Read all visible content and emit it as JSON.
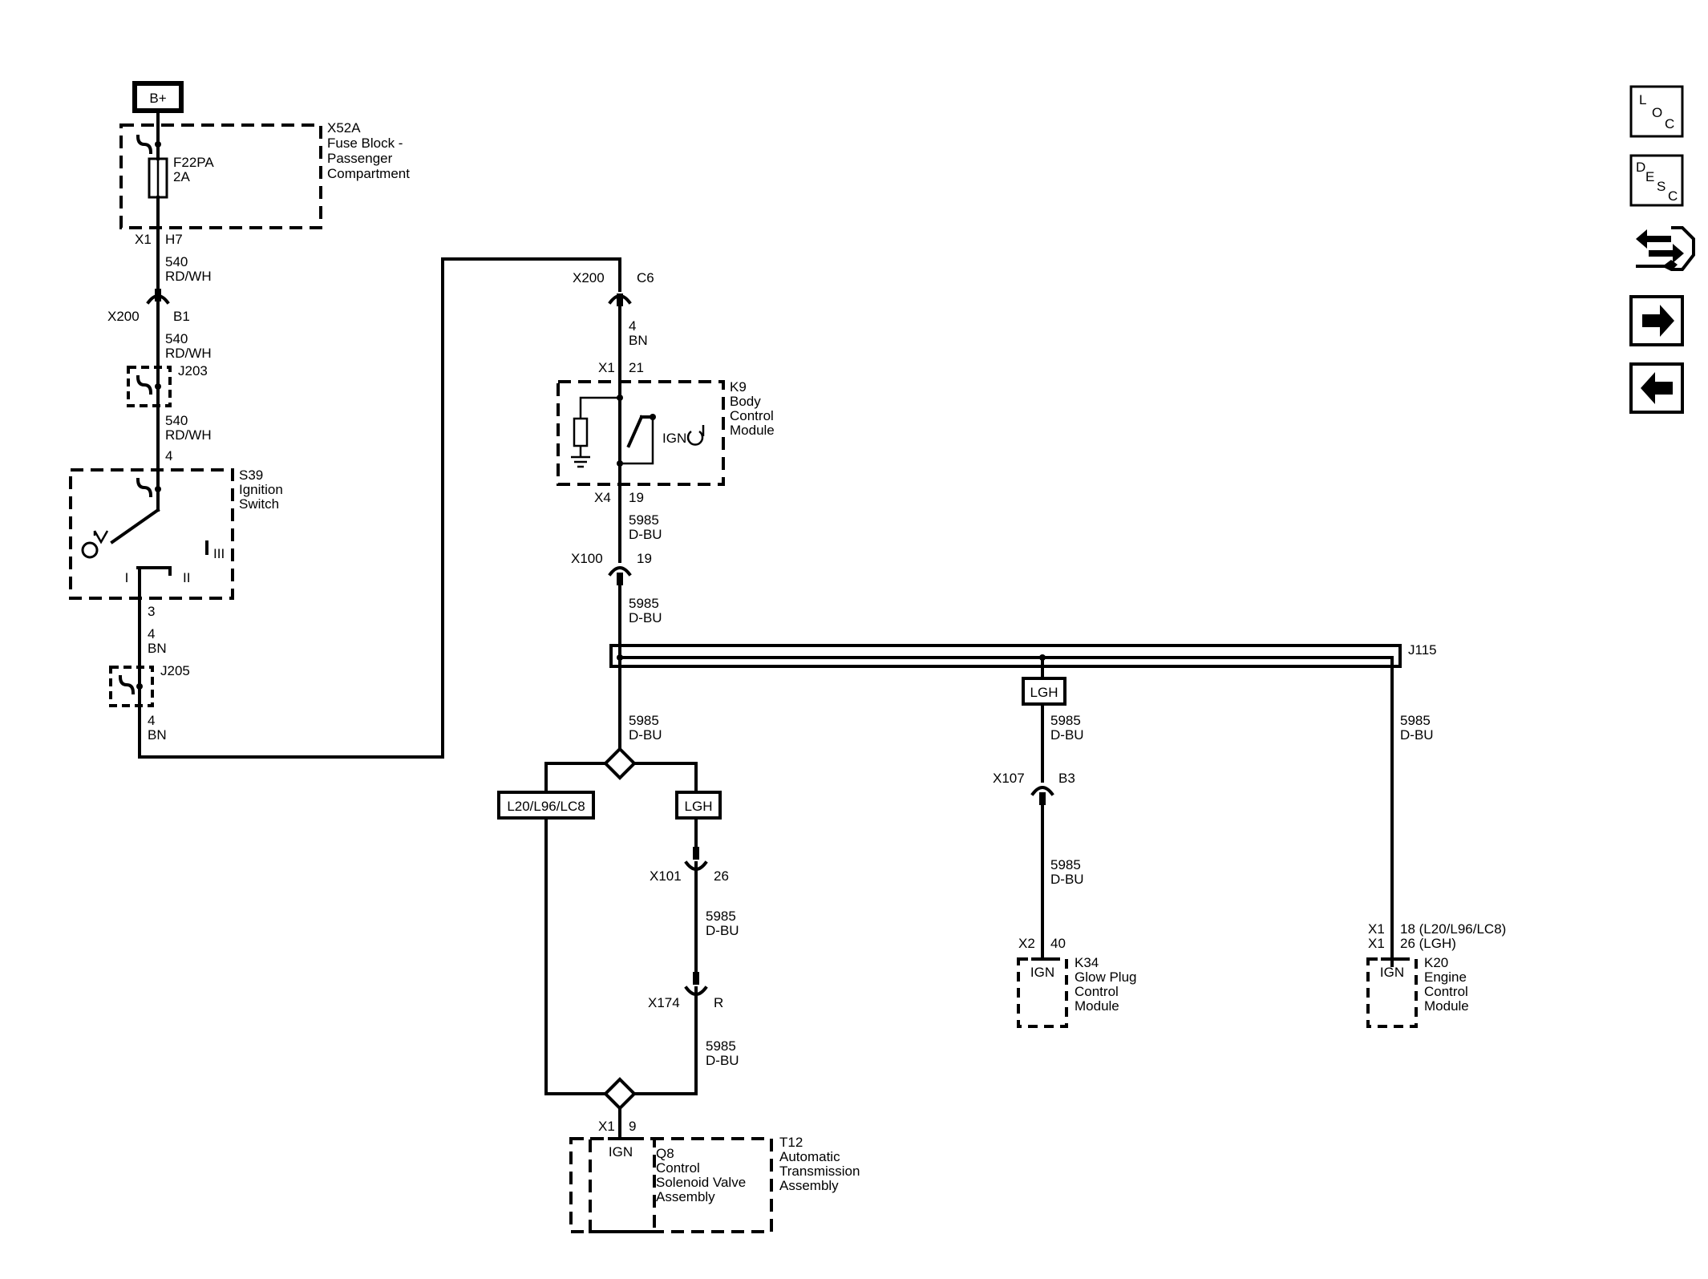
{
  "power": {
    "label": "B+"
  },
  "fuse_block": {
    "id": "X52A",
    "name_l1": "Fuse Block -",
    "name_l2": "Passenger",
    "name_l3": "Compartment",
    "fuse_id": "F22PA",
    "fuse_rating": "2A",
    "conn": "X1",
    "pin": "H7"
  },
  "wire_540": {
    "circuit": "540",
    "color": "RD/WH"
  },
  "x200_b1": {
    "conn": "X200",
    "pin": "B1"
  },
  "j203": {
    "label": "J203"
  },
  "ignition_switch": {
    "id": "S39",
    "name_l1": "Ignition",
    "name_l2": "Switch",
    "pin_in": "4",
    "pin_out": "3",
    "pos_1": "I",
    "pos_2": "II",
    "pos_3": "III"
  },
  "wire_4": {
    "circuit": "4",
    "color": "BN"
  },
  "j205": {
    "label": "J205"
  },
  "x200_c6": {
    "conn": "X200",
    "pin": "C6"
  },
  "bcm": {
    "id": "K9",
    "name_l1": "Body",
    "name_l2": "Control",
    "name_l3": "Module",
    "conn_in": "X1",
    "pin_in": "21",
    "conn_out": "X4",
    "pin_out": "19",
    "ign": "IGN"
  },
  "wire_5985": {
    "circuit": "5985",
    "color": "D-BU"
  },
  "x100": {
    "conn": "X100",
    "pin": "19"
  },
  "j115": {
    "label": "J115"
  },
  "opt_lgh": "LGH",
  "opt_l20": "L20/L96/LC8",
  "x107": {
    "conn": "X107",
    "pin": "B3"
  },
  "x101": {
    "conn": "X101",
    "pin": "26"
  },
  "x174": {
    "conn": "X174",
    "pin": "R"
  },
  "glow": {
    "id": "K34",
    "name_l1": "Glow Plug",
    "name_l2": "Control",
    "name_l3": "Module",
    "conn": "X2",
    "pin": "40",
    "ign": "IGN"
  },
  "ecm": {
    "id": "K20",
    "name_l1": "Engine",
    "name_l2": "Control",
    "name_l3": "Module",
    "conn1": "X1",
    "pin1": "18 (L20/L96/LC8)",
    "conn2": "X1",
    "pin2": "26 (LGH)",
    "ign": "IGN"
  },
  "tcm": {
    "conn": "X1",
    "pin": "9",
    "ign": "IGN",
    "q8_id": "Q8",
    "q8_l1": "Control",
    "q8_l2": "Solenoid Valve",
    "q8_l3": "Assembly",
    "t12_id": "T12",
    "t12_l1": "Automatic",
    "t12_l2": "Transmission",
    "t12_l3": "Assembly"
  },
  "nav": {
    "loc": [
      "L",
      "O",
      "C"
    ],
    "desc": [
      "D",
      "E",
      "S",
      "C"
    ]
  }
}
